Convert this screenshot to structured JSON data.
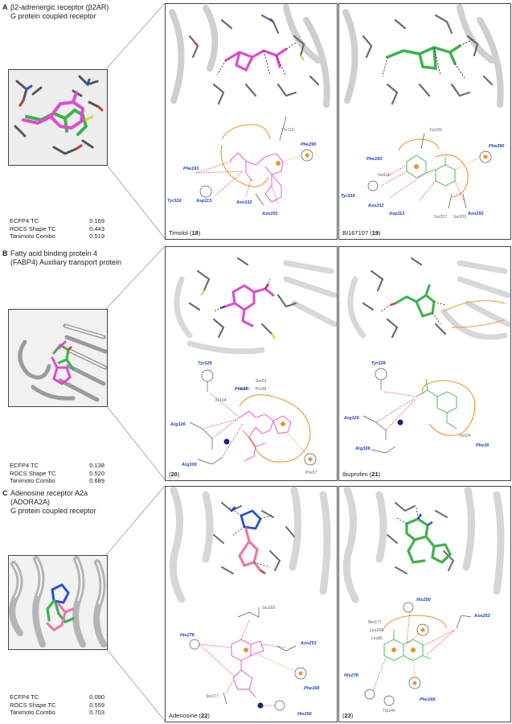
{
  "sections": [
    {
      "letter": "A",
      "title_lines": [
        "β2-adrenergic receptor (β2AR)",
        "G protein coupled receptor"
      ],
      "metrics": [
        {
          "label": "ECFP4 TC",
          "value": "0.169"
        },
        {
          "label": "ROCS Shape TC",
          "value": "0.443"
        },
        {
          "label": "Tanimoto Combo",
          "value": "0.519"
        }
      ],
      "panels": [
        {
          "caption_prefix": "Timolol (",
          "caption_num": "18",
          "caption_suffix": ")",
          "residues": [
            "Phe193",
            "Tyr316",
            "Asp113",
            "Asn312",
            "Asn293",
            "Phe290"
          ],
          "gray_labels": [
            "Thr118"
          ]
        },
        {
          "caption_prefix": "BI167107 (",
          "caption_num": "19",
          "caption_suffix": ")",
          "residues": [
            "Phe193",
            "Tyr316",
            "Asn312",
            "Asp113",
            "Asn293",
            "Phe290"
          ],
          "gray_labels": [
            "Trp109",
            "Val114",
            "Ser207",
            "Ser203"
          ]
        }
      ]
    },
    {
      "letter": "B",
      "title_lines": [
        "Fatty acid binding protein 4",
        "(FABP4) Auxiliary transport protein"
      ],
      "metrics": [
        {
          "label": "ECFP4 TC",
          "value": "0.138"
        },
        {
          "label": "ROCS Shape TC",
          "value": "0.520"
        },
        {
          "label": "Tanimoto Combo",
          "value": "0.689"
        }
      ],
      "panels": [
        {
          "caption_prefix": "(",
          "caption_num": "20",
          "caption_suffix": ")",
          "residues": [
            "Tyr128",
            "Phe16",
            "Arg126",
            "Arg106"
          ],
          "gray_labels": [
            "Ser53",
            "Ala75",
            "Pro38",
            "Ile104",
            "Phe57"
          ]
        },
        {
          "caption_prefix": "Ibuprofen (",
          "caption_num": "21",
          "caption_suffix": ")",
          "residues": [
            "Tyr128",
            "Arg126",
            "Arg106",
            "Phe16"
          ],
          "gray_labels": [
            "Ile104"
          ]
        }
      ]
    },
    {
      "letter": "C",
      "title_lines": [
        "Adenosine receptor A2a",
        "(ADORA2A)",
        "G protein coupled receptor"
      ],
      "metrics": [
        {
          "label": "ECFP4 TC",
          "value": "0.090"
        },
        {
          "label": "ROCS Shape TC",
          "value": "0.559"
        },
        {
          "label": "Tanimoto Combo",
          "value": "0.703"
        }
      ],
      "panels": [
        {
          "caption_prefix": "Adenosine (",
          "caption_num": "22",
          "caption_suffix": ")",
          "residues": [
            "Asn253",
            "His278",
            "Phe168",
            "His250"
          ],
          "gray_labels": [
            "Glu169",
            "Ser277"
          ]
        },
        {
          "caption_prefix": "(",
          "caption_num": "23",
          "caption_suffix": ")",
          "residues": [
            "His250",
            "Asn253",
            "His278",
            "Phe168"
          ],
          "gray_labels": [
            "Met177",
            "Leu249",
            "Leu85",
            "Trp246"
          ]
        }
      ]
    }
  ]
}
